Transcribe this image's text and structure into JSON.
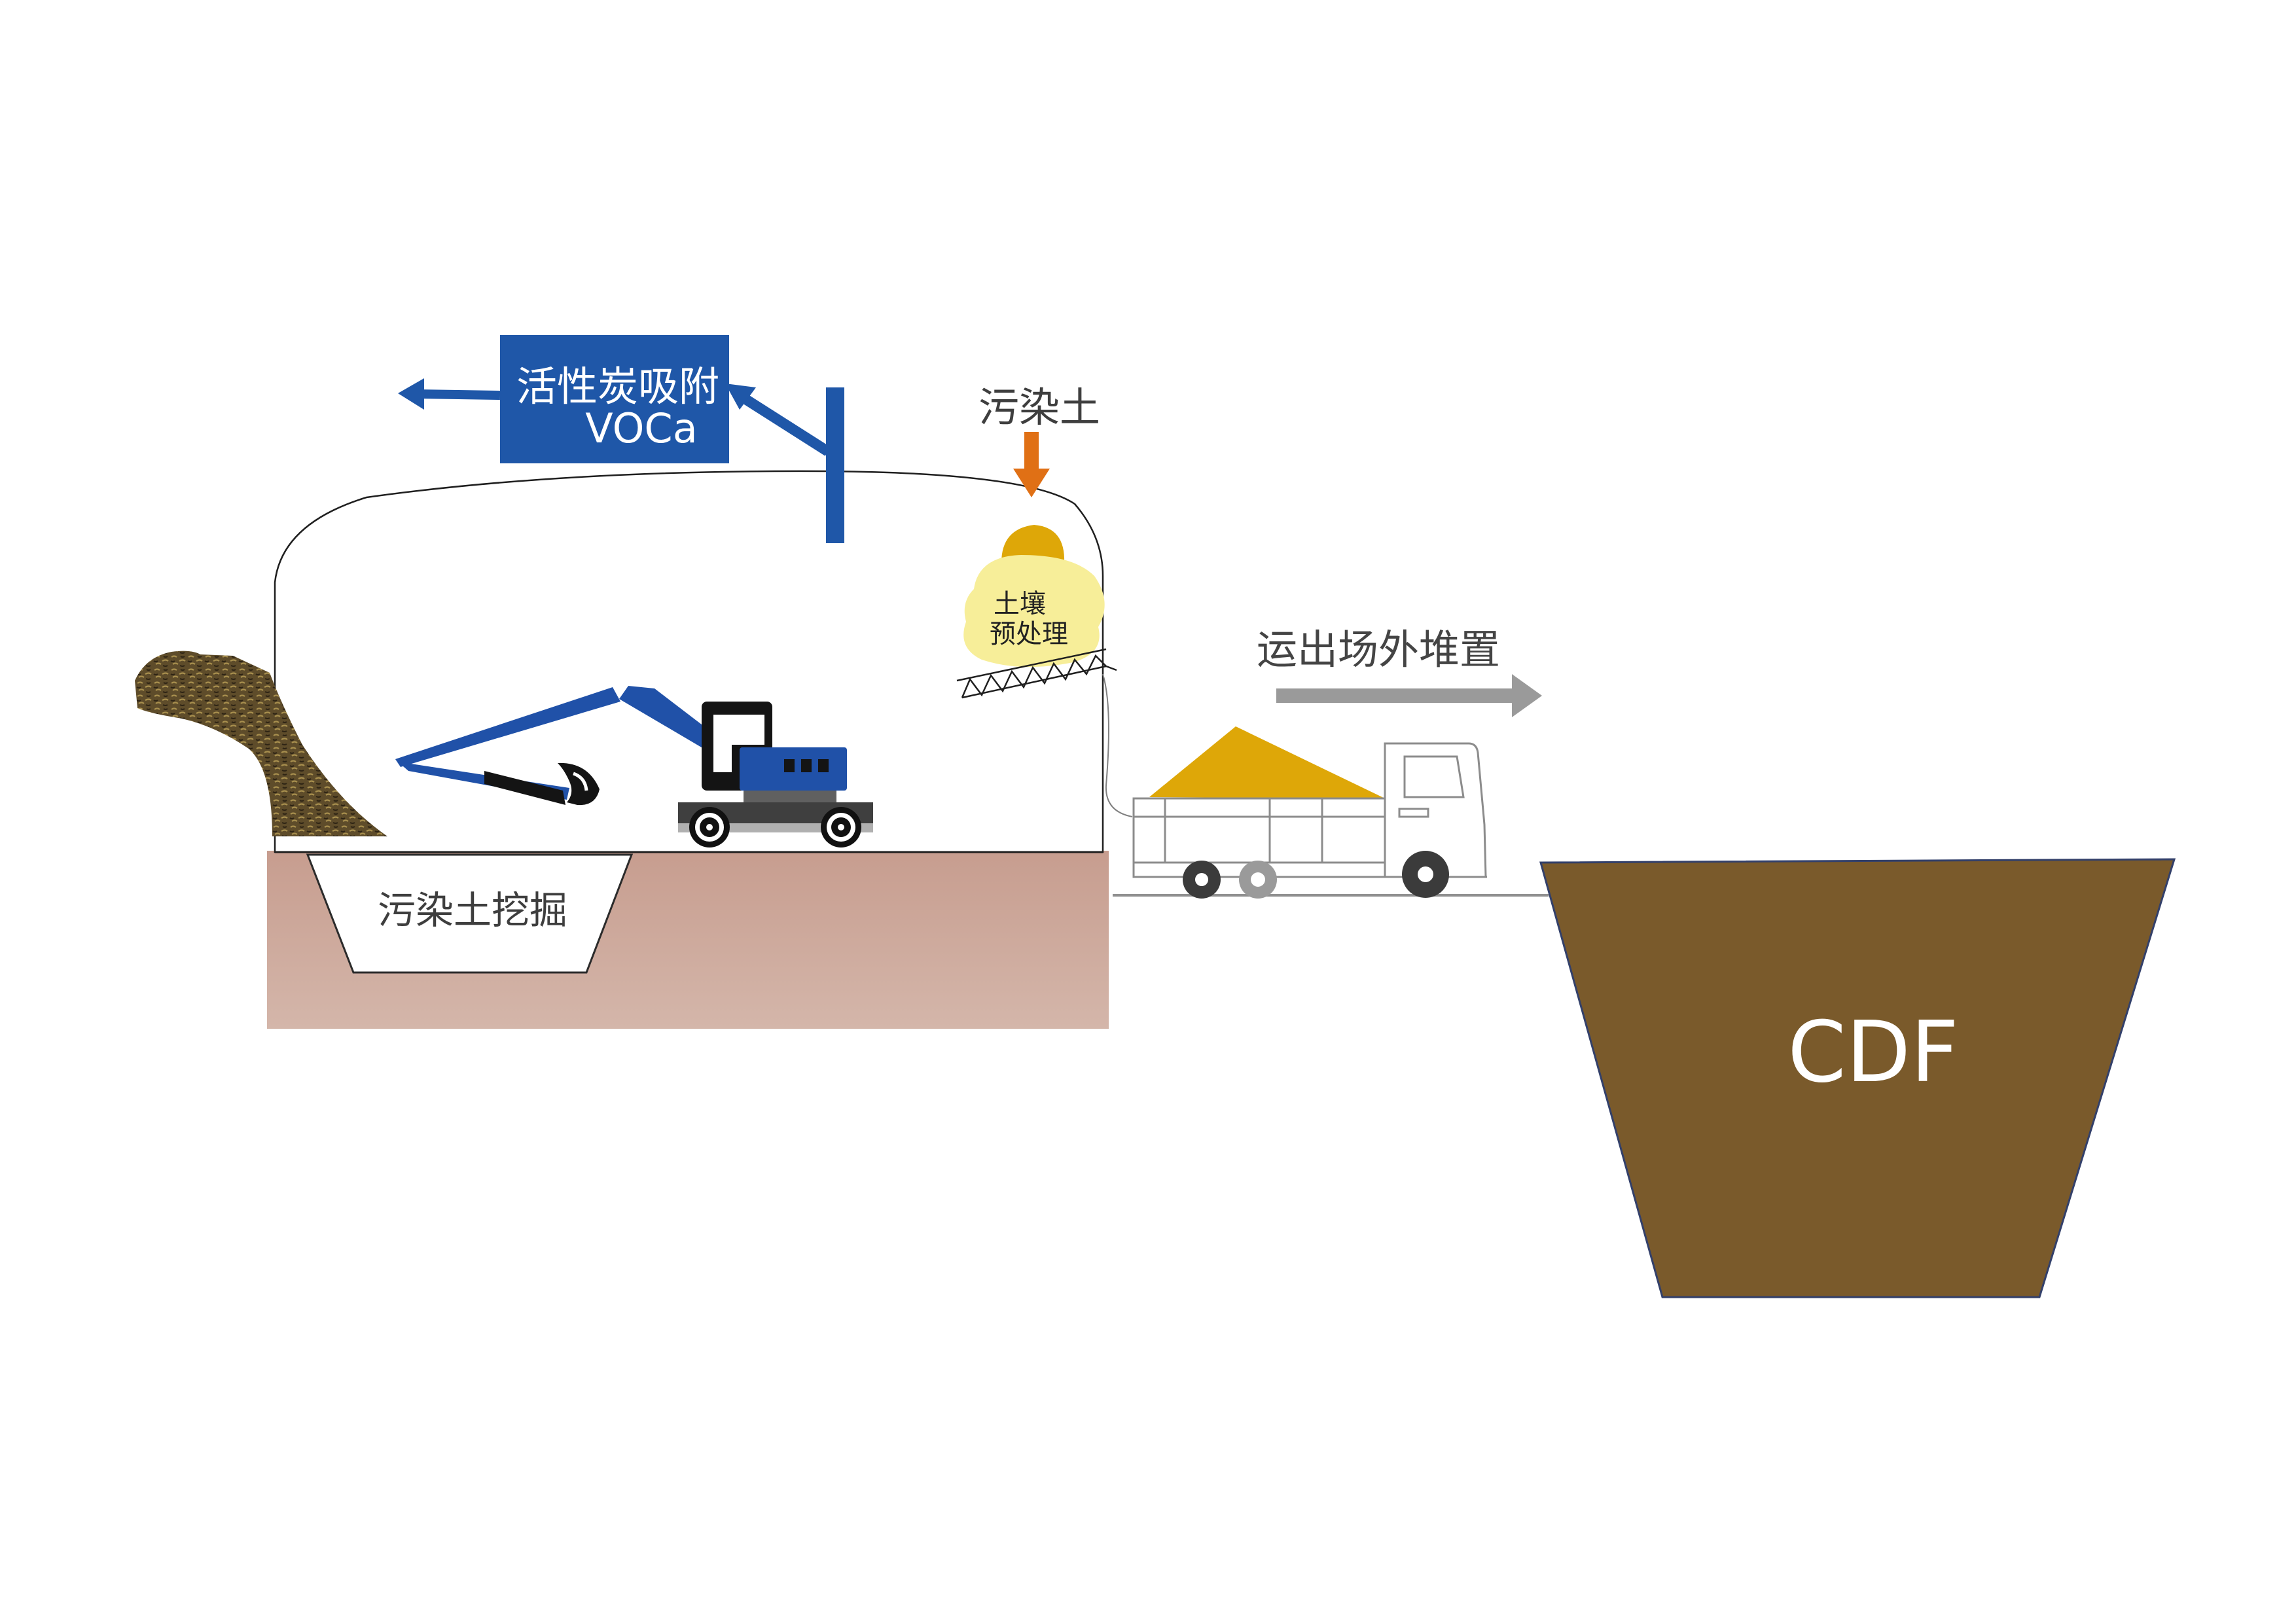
{
  "colors": {
    "blue": "#1f57a8",
    "excavator_blue": "#2051a8",
    "orange_arrow": "#e07015",
    "soil_gold": "#dea708",
    "pretreat_yellow": "#f7ee99",
    "ground_top": "#c79d8f",
    "ground_bottom": "#d4b6aa",
    "cdf_brown": "#7a5a2b",
    "gray_arrow": "#9a9a9a",
    "mound": "#5e4c2a"
  },
  "labels": {
    "adsorption": "活性炭吸附",
    "vocs": "VOCa",
    "contaminated_soil": "污染土",
    "pretreatment_line1": "土壤",
    "pretreatment_line2": "预处理",
    "transport": "运出场外堆置",
    "excavation": "污染土挖掘",
    "cdf": "CDF"
  },
  "icons": {
    "exhaust": "arrow-left-icon",
    "input": "arrow-down-icon",
    "transport": "arrow-right-icon",
    "excavator": "excavator-icon",
    "truck": "dump-truck-icon",
    "conveyor": "conveyor-icon"
  }
}
